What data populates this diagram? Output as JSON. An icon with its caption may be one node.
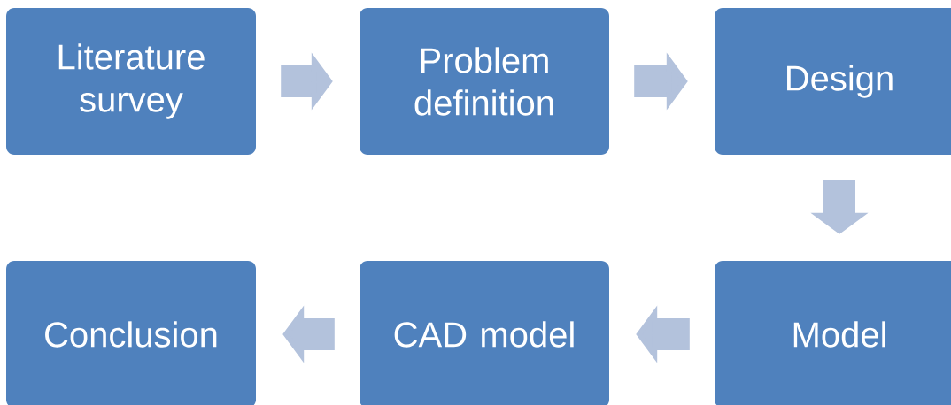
{
  "diagram": {
    "nodes": [
      {
        "text": [
          "Literature survey"
        ]
      },
      {
        "text": [
          "Problem definition"
        ]
      },
      {
        "text": [
          "Design"
        ]
      },
      {
        "text": [
          "Model"
        ]
      },
      {
        "text": [
          "CAD model"
        ]
      },
      {
        "text": [
          "Conclusion"
        ]
      }
    ],
    "edges": [
      {
        "from": 0,
        "to": 1,
        "arrow": "to"
      },
      {
        "from": 1,
        "to": 2,
        "arrow": "to"
      },
      {
        "from": 2,
        "to": 3,
        "arrow": "to"
      },
      {
        "from": 3,
        "to": 4,
        "arrow": "to"
      },
      {
        "from": 4,
        "to": 5,
        "arrow": "to"
      }
    ]
  }
}
